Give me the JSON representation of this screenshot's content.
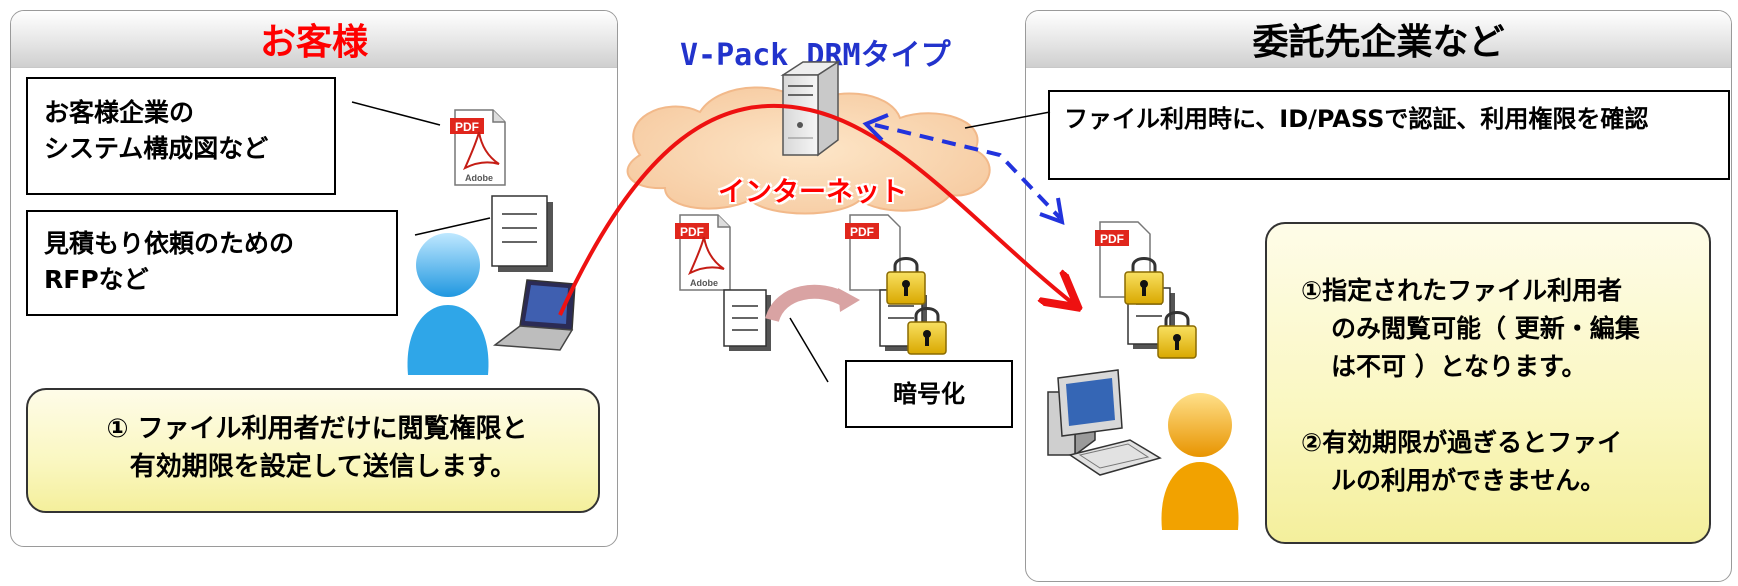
{
  "left_panel": {
    "title": "お客様",
    "doc_label_1": [
      "お客様企業の",
      "システム構成図など"
    ],
    "doc_label_2": [
      "見積もり依頼のための",
      "RFPなど"
    ],
    "note": [
      "① ファイル利用者だけに閲覧権限と",
      "有効期限を設定して送信します。"
    ]
  },
  "center": {
    "service_title": "V-Pack DRMタイプ",
    "cloud_label": "インターネット",
    "encrypt_label": "暗号化",
    "pdf_label": "PDF",
    "adobe_label": "Adobe"
  },
  "right_panel": {
    "title": "委託先企業など",
    "auth_text": "ファイル利用時に、ID/PASSで認証、利用権限を確認",
    "note_1": [
      "①指定されたファイル利用者",
      "のみ閲覧可能（ 更新・編集",
      "は不可 ）となります。"
    ],
    "note_2": [
      "②有効期限が過ぎるとファイ",
      "ルの利用ができません。"
    ]
  },
  "colors": {
    "left_title": "#ff0000",
    "service_title": "#2233cc",
    "cloud_label": "#ff0000",
    "arrow_red": "#ee1111",
    "arrow_blue": "#2233dd",
    "person_blue": "#2fa6e8",
    "person_orange": "#f2a200"
  }
}
